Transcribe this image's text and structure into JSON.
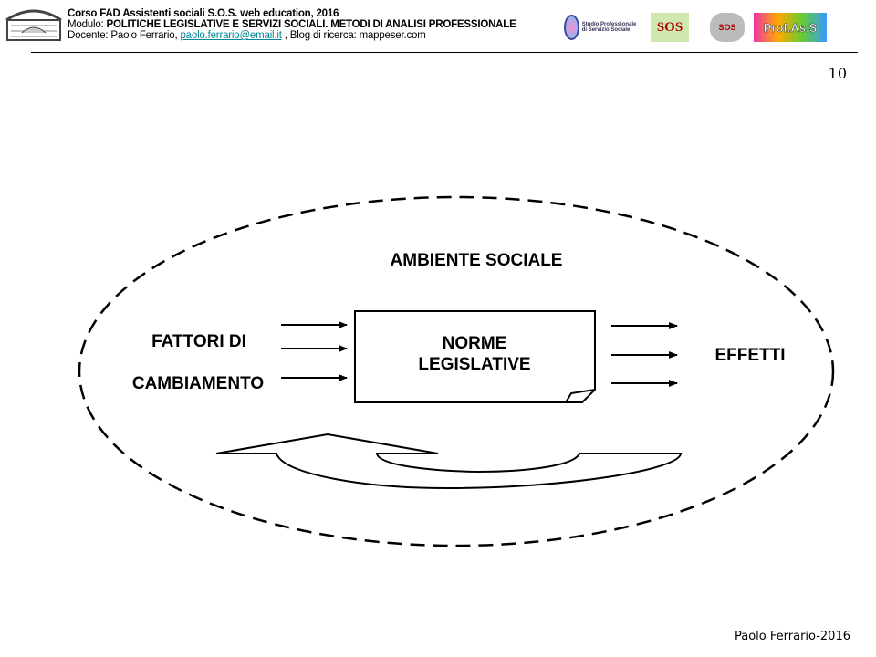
{
  "header": {
    "line1": "Corso FAD Assistenti sociali S.O.S. web education, 2016",
    "line2_prefix": "Modulo: ",
    "line2_bold": "POLITICHE LEGISLATIVE E SERVIZI SOCIALI. METODI DI ANALISI PROFESSIONALE",
    "line3_prefix": "Docente: Paolo Ferrario, ",
    "email": "paolo.ferrario@email.it",
    "line3_suffix": " , Blog di ricerca: mappeser.com",
    "logos": [
      "Studio Professionale di Servizio Sociale",
      "SOS",
      "SOS",
      "Prof.As.S"
    ]
  },
  "page_number": "10",
  "diagram": {
    "environment": "AMBIENTE SOCIALE",
    "factors_line1": "FATTORI DI",
    "factors_line2": "CAMBIAMENTO",
    "norms_line1": "NORME",
    "norms_line2": "LEGISLATIVE",
    "effects": "EFFETTI"
  },
  "footer": "Paolo Ferrario-2016"
}
